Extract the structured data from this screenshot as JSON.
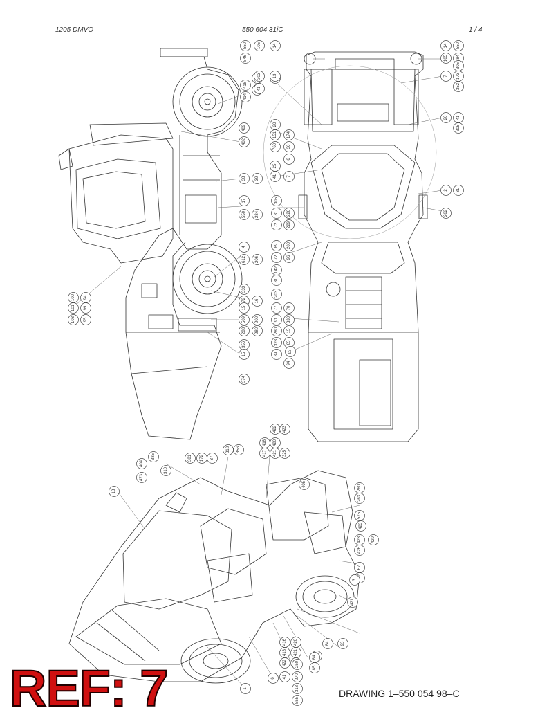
{
  "header": {
    "left": "1205 DMVO",
    "center": "550 604 31jC",
    "right": "1 /   4"
  },
  "stamp": "REF: 7",
  "drawing_number": "DRAWING 1–550 054 98–C",
  "callouts": {
    "side_view": [
      "418",
      "414",
      "303",
      "411",
      "401",
      "409",
      "402",
      "38",
      "39",
      "17",
      "550",
      "284",
      "4",
      "612",
      "206",
      "333",
      "172",
      "16",
      "509",
      "200",
      "15",
      "288",
      "280",
      "356",
      "15",
      "374",
      "100",
      "101",
      "94",
      "103",
      "99",
      "95"
    ],
    "top_view": [
      "550",
      "546",
      "105",
      "14",
      "14",
      "105",
      "550",
      "284",
      "7",
      "173",
      "305",
      "352",
      "303",
      "41",
      "13",
      "20",
      "41",
      "305",
      "20",
      "151",
      "760",
      "174",
      "36",
      "6",
      "25",
      "41",
      "7",
      "2",
      "31",
      "262",
      "305",
      "81",
      "72",
      "226",
      "229",
      "89",
      "72",
      "200",
      "96",
      "142",
      "81",
      "203",
      "77",
      "70",
      "91",
      "280",
      "328",
      "330",
      "15",
      "65",
      "93",
      "89",
      "94"
    ],
    "iso_view": [
      "18",
      "473",
      "404",
      "385",
      "310",
      "381",
      "172",
      "37",
      "318",
      "356",
      "417",
      "418",
      "420",
      "421",
      "422",
      "423",
      "325",
      "405",
      "260",
      "263",
      "575",
      "423",
      "423",
      "426",
      "429",
      "67",
      "422",
      "421",
      "3",
      "93",
      "84",
      "96",
      "416",
      "418",
      "420",
      "421",
      "422",
      "423",
      "1",
      "6",
      "41",
      "555",
      "318",
      "270",
      "250",
      "85",
      "84"
    ]
  }
}
